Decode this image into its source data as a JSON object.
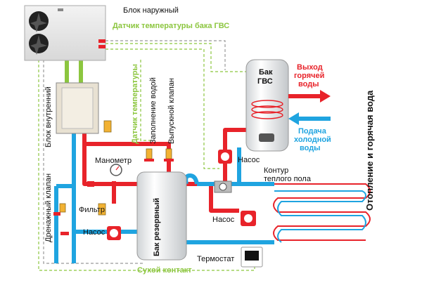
{
  "labels": {
    "outdoor_unit": "Блок наружный",
    "dhw_temp_sensor": "Датчик температуры бака ГВС",
    "temp_sensor": "Датчик температуры",
    "water_fill": "Заполнение водой",
    "drain_valve_top": "Выпускной клапан",
    "indoor_unit": "Блок внутренний",
    "drain_valve": "Дренажный клапан",
    "manometer": "Манометр",
    "filter": "Фильтр",
    "pump_left": "Насос",
    "buffer_tank": "Бак резервный",
    "dhw_tank_line1": "Бак",
    "dhw_tank_line2": "ГВС",
    "hot_out_line1": "Выход",
    "hot_out_line2": "горячей",
    "hot_out_line3": "воды",
    "cold_in_line1": "Подача",
    "cold_in_line2": "холодной",
    "cold_in_line3": "воды",
    "pump_dhw": "Насос",
    "floor_circuit_line1": "Контур",
    "floor_circuit_line2": "теплого пола",
    "pump_floor": "Насос",
    "thermostat": "Термостат",
    "dry_contact": "Сухой контакт",
    "side_title": "Отопление и горячая вода"
  },
  "colors": {
    "hot_pipe": "#e8232a",
    "cold_pipe": "#1fa4e0",
    "green_pipe": "#8cc63f",
    "sensor_line": "#8cc63f",
    "wire_line": "#999999"
  }
}
